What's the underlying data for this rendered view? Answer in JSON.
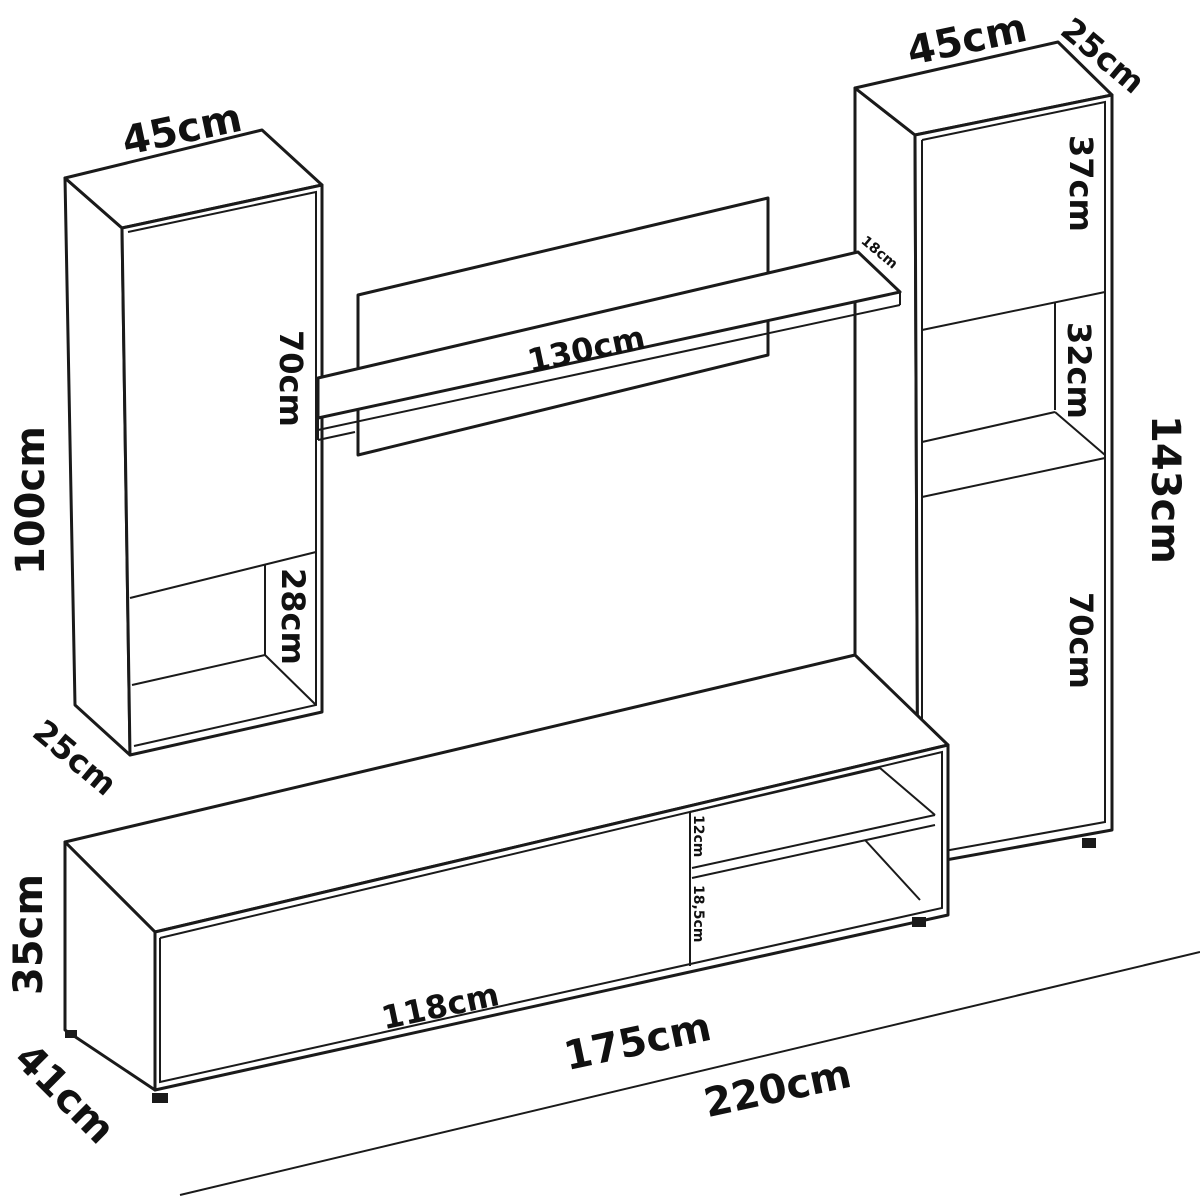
{
  "colors": {
    "line": "#1a1a1a",
    "background": "#ffffff"
  },
  "left_cabinet": {
    "width": "45cm",
    "height": "100cm",
    "depth": "25cm",
    "door_height": "70cm",
    "shelf_height": "28cm"
  },
  "wall_shelf": {
    "length": "130cm",
    "depth": "18cm"
  },
  "right_tower": {
    "width": "45cm",
    "depth": "25cm",
    "height": "143cm",
    "top_door": "37cm",
    "open_shelf": "32cm",
    "bottom_door": "70cm"
  },
  "tv_unit": {
    "height": "35cm",
    "depth": "41cm",
    "length": "175cm",
    "door_width": "118cm",
    "upper_shelf": "12cm",
    "lower_shelf": "18,5cm"
  },
  "total_width": "220cm"
}
